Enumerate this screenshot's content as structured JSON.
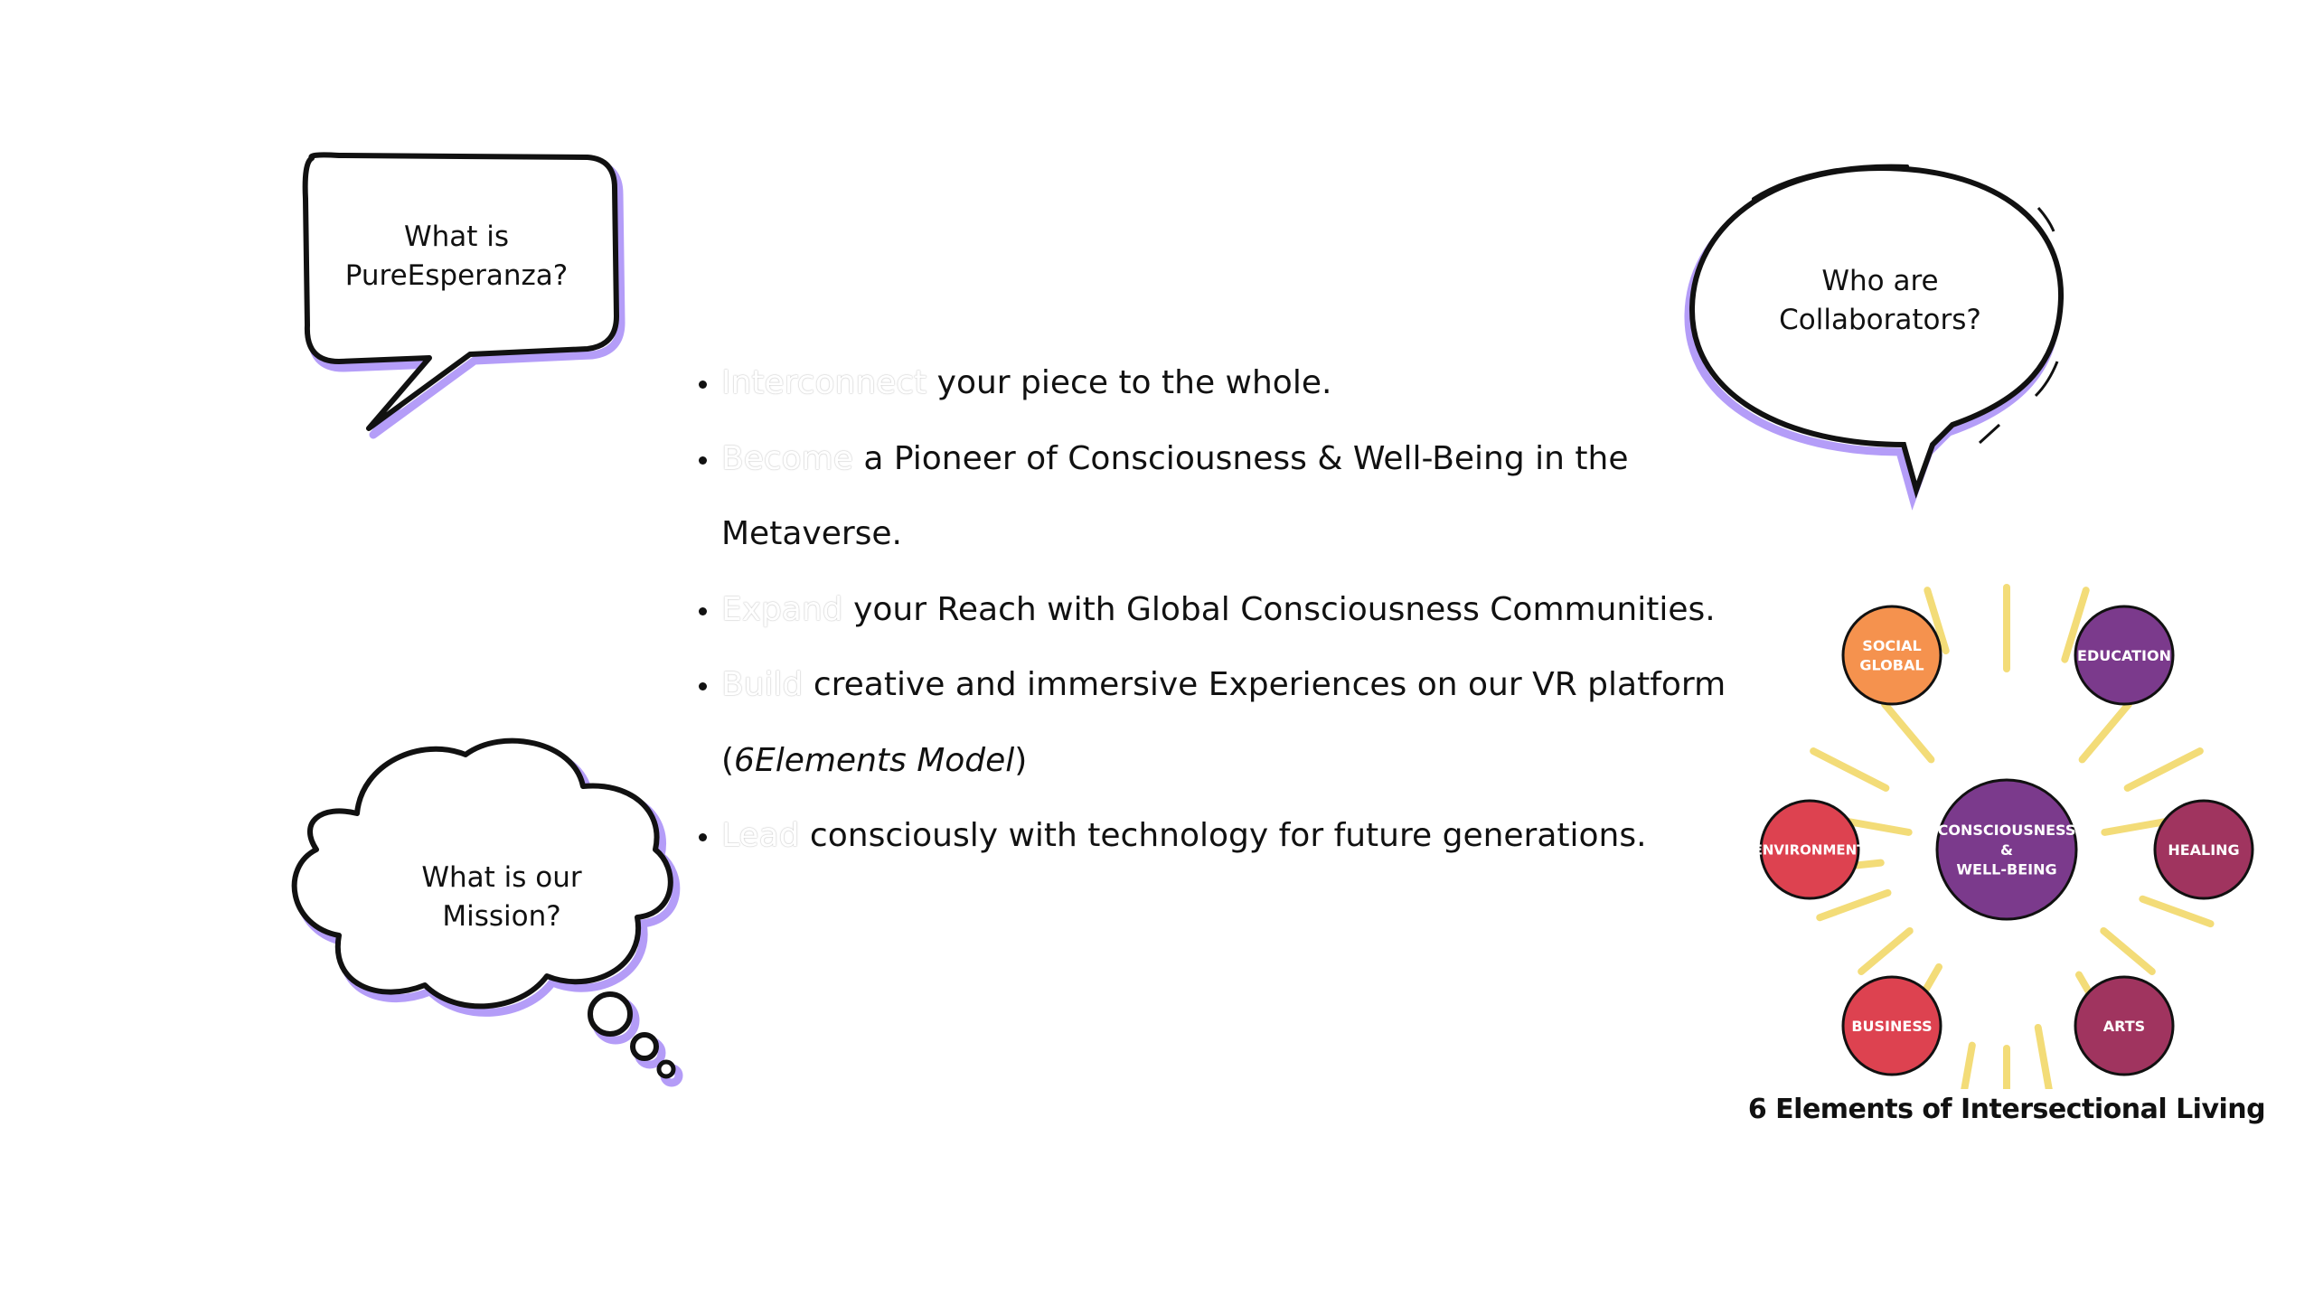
{
  "bubbles": {
    "what_is": {
      "line1": "What is",
      "line2": "PureEsperanza?",
      "icon": "speech-bubble-icon"
    },
    "collaborators": {
      "line1": "Who are",
      "line2": "Collaborators?",
      "icon": "oval-speech-bubble-icon"
    },
    "mission": {
      "line1": "What is our",
      "line2": "Mission?",
      "icon": "thought-cloud-icon"
    }
  },
  "mission_points": [
    {
      "verb": "Interconnect",
      "text": " your piece to the whole."
    },
    {
      "verb": "Become",
      "text": " a Pioneer of Consciousness & Well-Being in the Metaverse."
    },
    {
      "verb": "Expand",
      "text": " your Reach with Global Consciousness Communities."
    },
    {
      "verb": "Build",
      "text": " creative and immersive Experiences on our VR platform (",
      "italic": "6Elements Model",
      "tail": ")"
    },
    {
      "verb": "Lead",
      "text": " consciously with technology for future generations."
    }
  ],
  "diagram": {
    "title": "6 Elements of Intersectional Living",
    "center": {
      "lines": [
        "CONSCIOUSNESS",
        "&",
        "WELL-BEING"
      ],
      "color": "#7b3a8c"
    },
    "nodes": [
      {
        "id": "social-global",
        "lines": [
          "SOCIAL",
          "GLOBAL"
        ],
        "color": "#f5924e"
      },
      {
        "id": "education",
        "lines": [
          "EDUCATION"
        ],
        "color": "#7b3a8c"
      },
      {
        "id": "healing",
        "lines": [
          "HEALING"
        ],
        "color": "#a0345f"
      },
      {
        "id": "arts",
        "lines": [
          "ARTS"
        ],
        "color": "#a0345f"
      },
      {
        "id": "business",
        "lines": [
          "BUSINESS"
        ],
        "color": "#dd4250"
      },
      {
        "id": "environment",
        "lines": [
          "ENVIRONMENT"
        ],
        "color": "#dd4250"
      }
    ],
    "ray_color": "#f3dc78",
    "accent_shadow": "#9b7cf5"
  }
}
